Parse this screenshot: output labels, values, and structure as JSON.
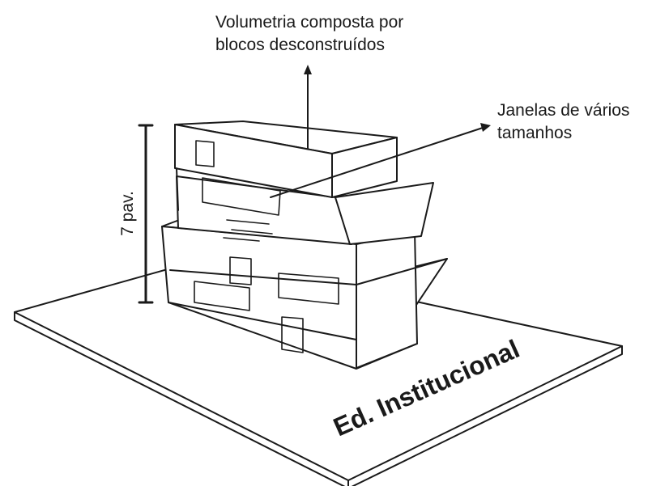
{
  "labels": {
    "volume_line1": "Volumetria composta por",
    "volume_line2": "blocos desconstruídos",
    "windows_line1": "Janelas de vários",
    "windows_line2": "tamanhos",
    "floors": "7 pav.",
    "base": "Ed. Institucional"
  }
}
